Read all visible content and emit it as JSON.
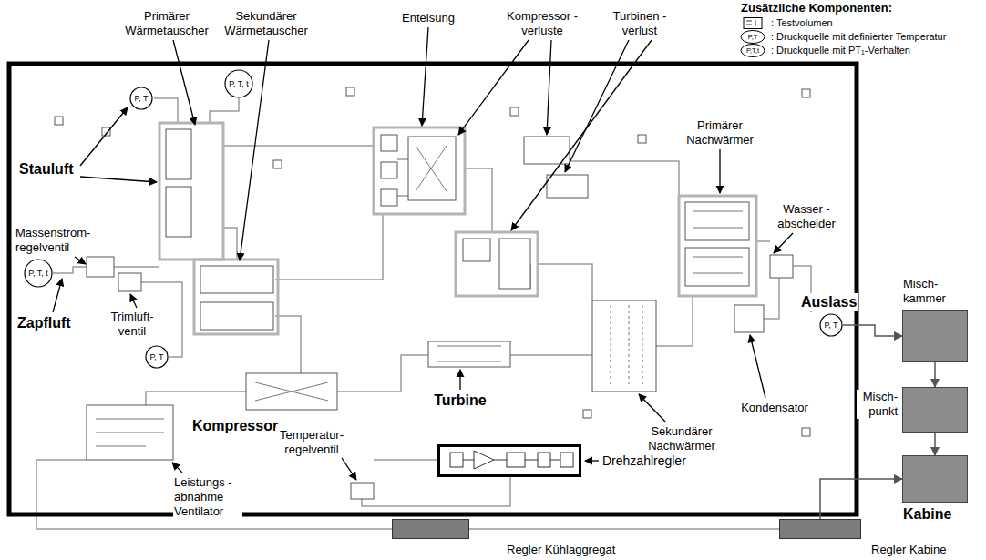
{
  "diagram": {
    "nodes": [
      {
        "text": [
          "P, T, t"
        ]
      },
      {
        "text": [
          "P, T"
        ]
      },
      {
        "text": [
          "P, T, t"
        ]
      },
      {
        "text": [
          "P, T"
        ]
      },
      {
        "text": [
          "Drehzahlregler"
        ]
      },
      {
        "text": [
          "P, T"
        ]
      },
      {
        "text": [
          "Misch- kammer"
        ]
      },
      {
        "text": [
          "Misch- punkt"
        ]
      },
      {
        "text": [
          "Kabine"
        ]
      },
      {
        "text": [
          "Regler Kühlaggregat"
        ]
      },
      {
        "text": [
          "Regler Kabine"
        ]
      }
    ],
    "edges": [
      {
        "from": 6,
        "to": 7,
        "arrow": "to"
      },
      {
        "from": 7,
        "to": 8,
        "arrow": "to"
      },
      {
        "from": 10,
        "to": 8,
        "arrow": "to"
      },
      {
        "from": 5,
        "to": 6,
        "arrow": "to"
      }
    ],
    "labels": [
      "Zusätzliche Komponenten:",
      "P,T",
      "P,T,t",
      "Primärer Wärmetauscher",
      "Sekundärer Wärmetauscher",
      "Enteisung",
      "Kompressor - verluste",
      "Turbinen - verlust",
      "Primärer Nachwärmer",
      "Stauluft",
      "Wasser - abscheider",
      "Massenstrom- regelventil",
      "Auslass",
      "Zapfluft",
      "Trimluft- ventil",
      "Kompressor",
      "Turbine",
      "Kondensator",
      "Temperatur- regelventil",
      "Sekundärer Nachwärmer",
      "Leistungs - abnahme Ventilator"
    ],
    "legend": [
      {
        "text": ": Testvolumen"
      },
      {
        "text": ": Druckquelle mit definierter Temperatur"
      },
      {
        "text": ": Druckquelle mit PT₁-Verhalten"
      }
    ]
  }
}
